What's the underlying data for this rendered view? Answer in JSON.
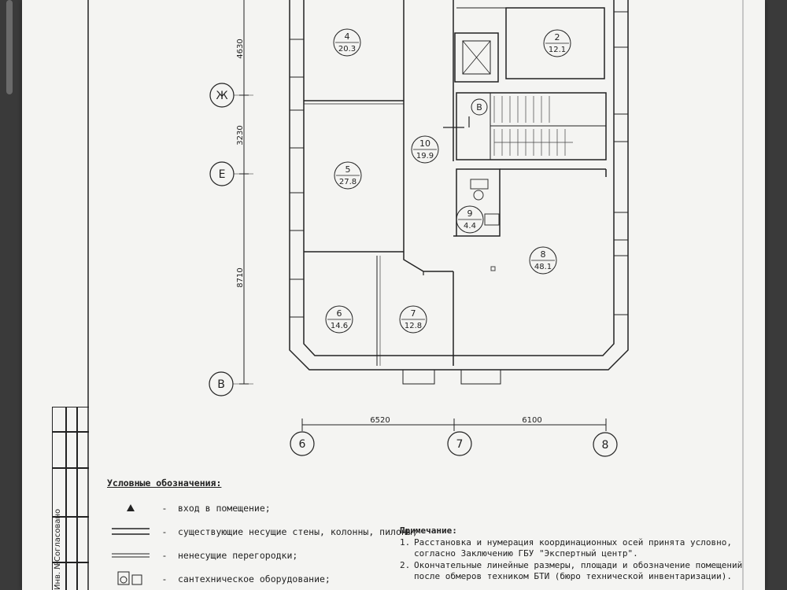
{
  "rooms": [
    {
      "num": "4",
      "area": "20.3"
    },
    {
      "num": "2",
      "area": "12.1"
    },
    {
      "num": "10",
      "area": "19.9"
    },
    {
      "num": "5",
      "area": "27.8"
    },
    {
      "num": "9",
      "area": "4.4"
    },
    {
      "num": "8",
      "area": "48.1"
    },
    {
      "num": "6",
      "area": "14.6"
    },
    {
      "num": "7",
      "area": "12.8"
    }
  ],
  "axes": {
    "rows": [
      "Ж",
      "Е",
      "В"
    ],
    "columns": [
      "6",
      "7",
      "8"
    ],
    "stair_marker": "В"
  },
  "dimensions": {
    "vertical": [
      "4630",
      "3230",
      "8710"
    ],
    "horizontal": [
      "6520",
      "6100"
    ]
  },
  "legend": {
    "title": "Условные обозначения:",
    "dash": "-",
    "items": [
      "вход в помещение;",
      "существующие несущие стены, колонны, пилоны;",
      "ненесущие перегородки;",
      "сантехническое оборудование;"
    ]
  },
  "notes": {
    "title": "Примечание:",
    "items": [
      {
        "num": "1.",
        "text": "Расстановка и нумерация координационных осей принята условно, согласно Заключению ГБУ \"Экспертный центр\"."
      },
      {
        "num": "2.",
        "text": "Окончательные линейные размеры, площади и обозначение помещений после обмеров техником БТИ (бюро технической инвентаризации)."
      }
    ]
  },
  "title_block": {
    "agreed": "Согласовано",
    "inv": "Инв. №"
  }
}
